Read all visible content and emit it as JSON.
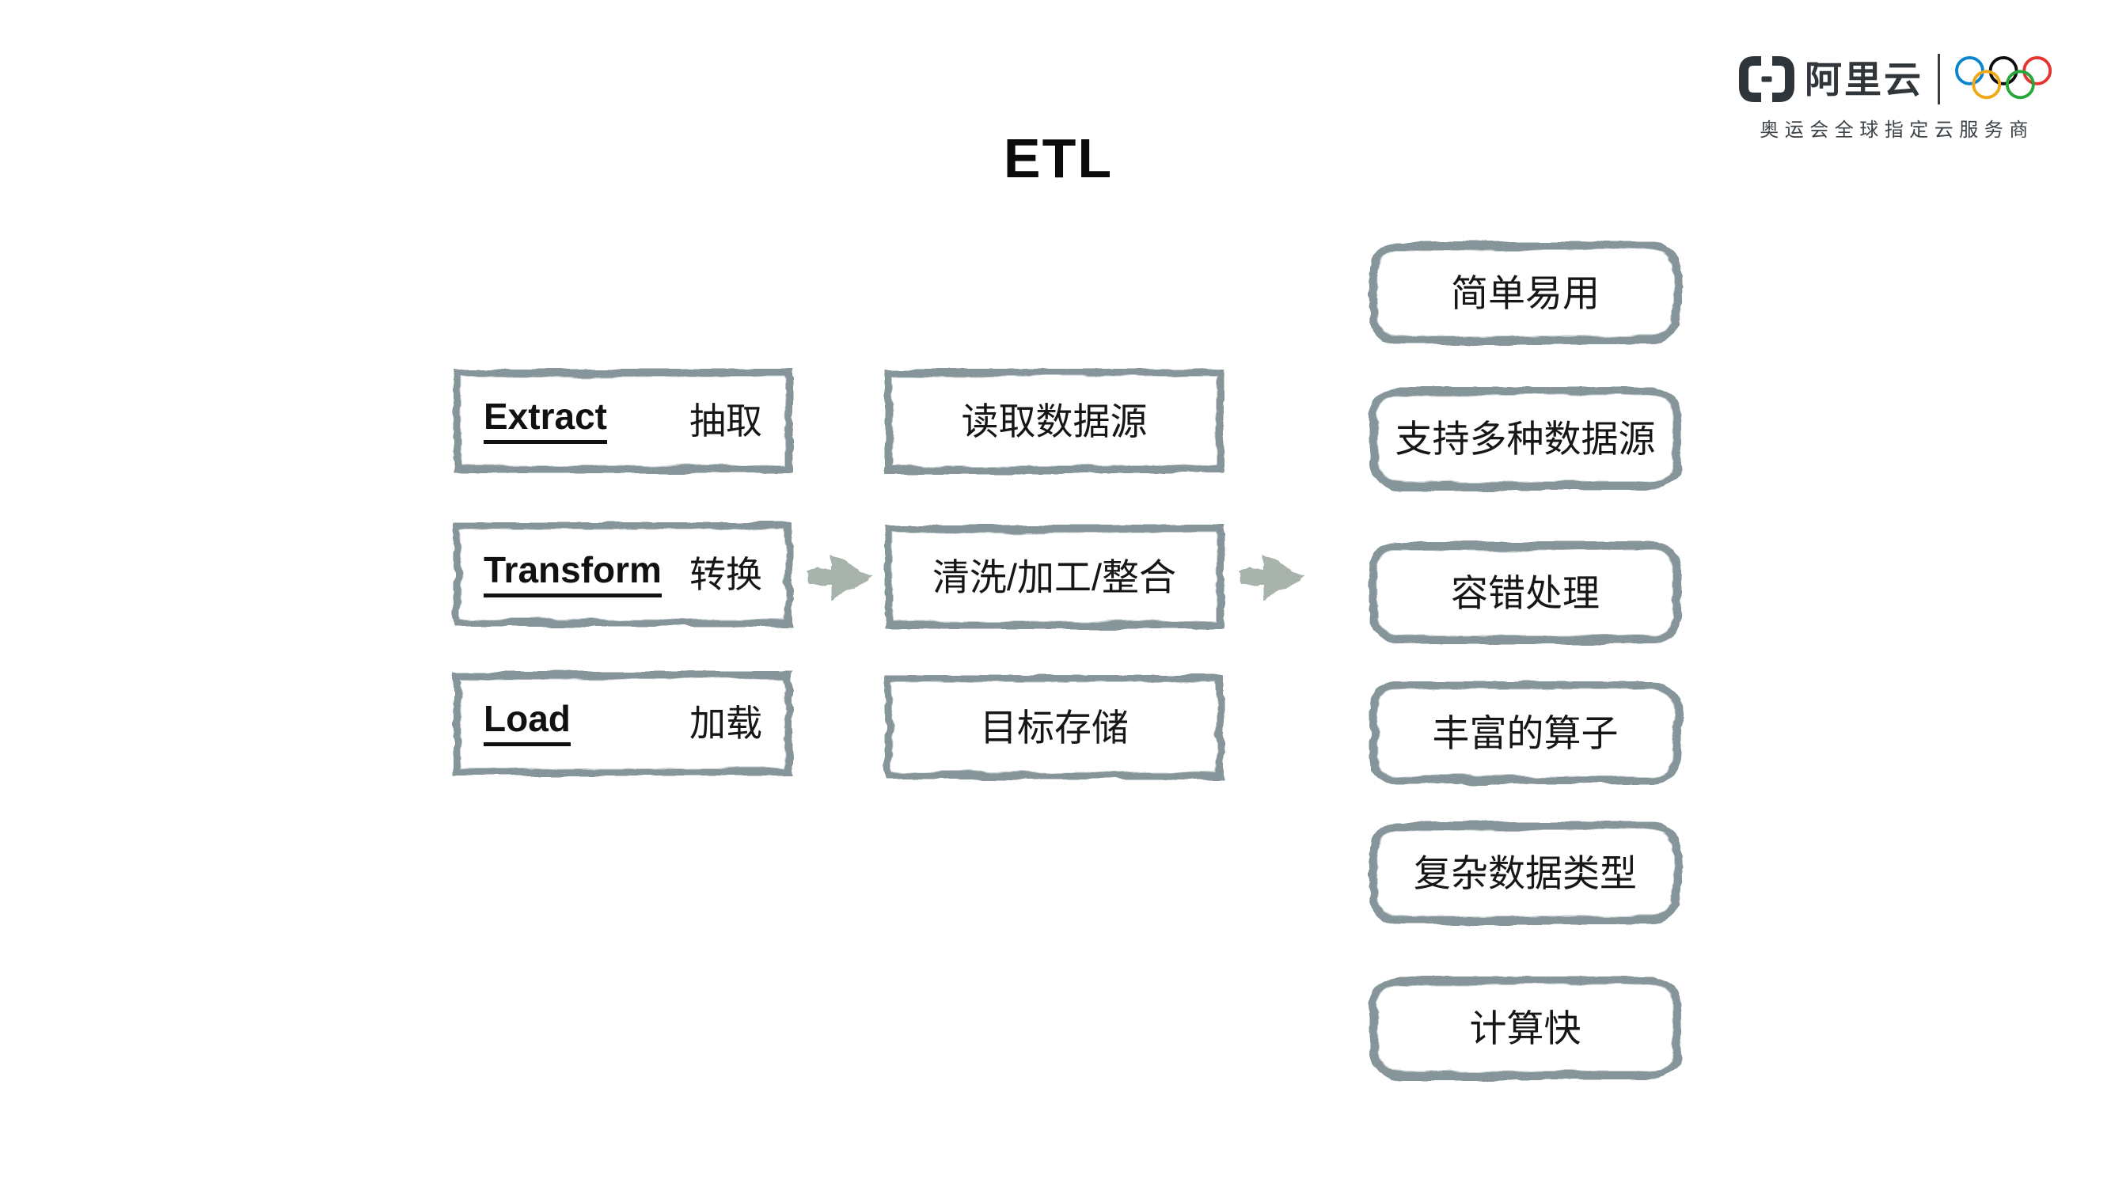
{
  "page": {
    "title": "ETL",
    "background": "#ffffff"
  },
  "logo": {
    "brand": "阿里云",
    "tagline": "奥运会全球指定云服务商",
    "brand_color": "#30363a",
    "icon": "alibaba-cloud-brackets-icon",
    "olympic_rings_icon": "olympic-rings-icon",
    "olympic_colors": {
      "blue": "#0b85cd",
      "black": "#0d0d0d",
      "red": "#e5332f",
      "yellow": "#f0a817",
      "green": "#27a737"
    }
  },
  "colors": {
    "sketch_border": "#869599",
    "arrow": "#a7b3ab",
    "text": "#141414"
  },
  "etl_steps": [
    {
      "en": "Extract",
      "zh": "抽取"
    },
    {
      "en": "Transform",
      "zh": "转换"
    },
    {
      "en": "Load",
      "zh": "加载"
    }
  ],
  "process_steps": [
    {
      "label": "读取数据源"
    },
    {
      "label": "清洗/加工/整合"
    },
    {
      "label": "目标存储"
    }
  ],
  "features": [
    {
      "label": "简单易用"
    },
    {
      "label": "支持多种数据源"
    },
    {
      "label": "容错处理"
    },
    {
      "label": "丰富的算子"
    },
    {
      "label": "复杂数据类型"
    },
    {
      "label": "计算快"
    }
  ],
  "icons": {
    "arrow_right": "sketch-arrow-right-icon"
  }
}
